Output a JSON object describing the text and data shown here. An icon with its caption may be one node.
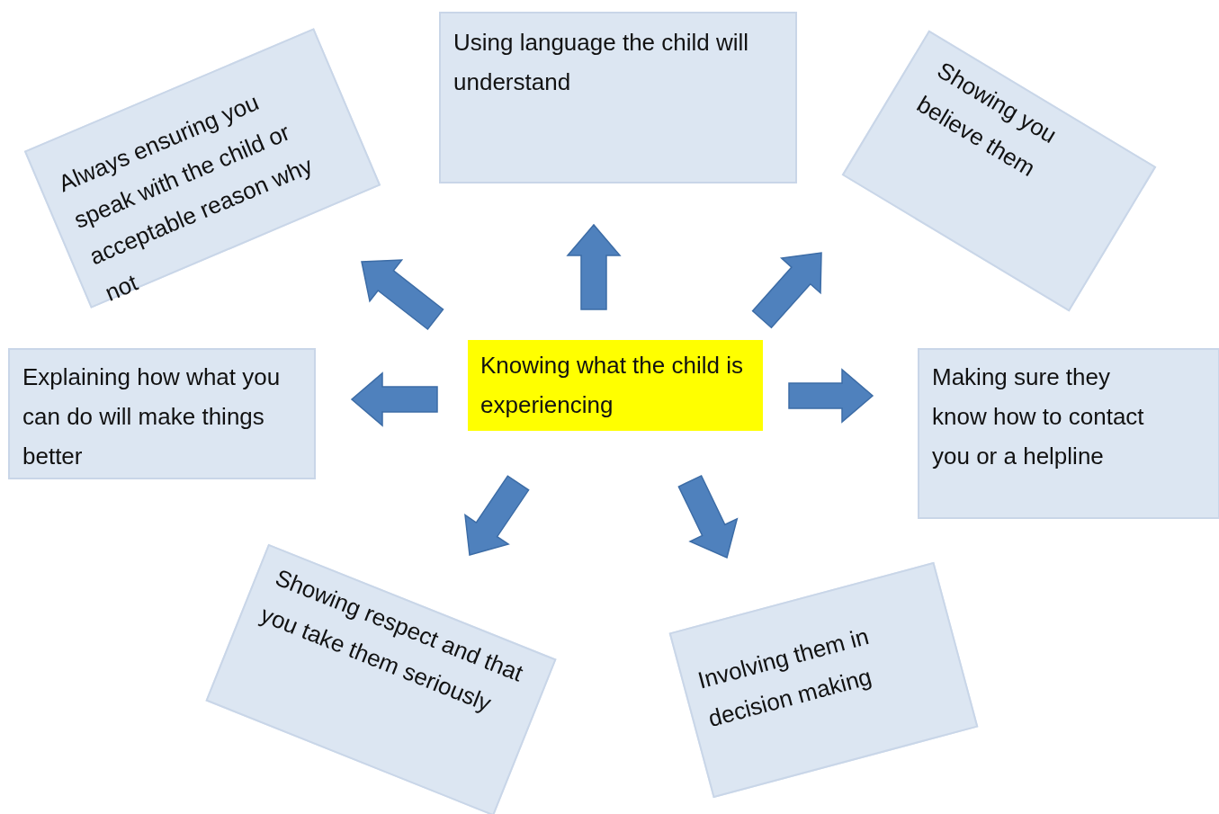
{
  "diagram": {
    "nodes": [
      {
        "text": [
          "Knowing what the child is experiencing"
        ]
      },
      {
        "text": [
          "Using language the child will understand"
        ]
      },
      {
        "text": [
          "Showing you believe them"
        ]
      },
      {
        "text": [
          "Making sure they know how to contact you or a helpline"
        ]
      },
      {
        "text": [
          "Involving them in decision making"
        ]
      },
      {
        "text": [
          "Showing respect and that you take them seriously"
        ]
      },
      {
        "text": [
          "Explaining how what you can do will make things better"
        ]
      },
      {
        "text": [
          "Always ensuring you speak with the child or acceptable reason why not"
        ]
      }
    ],
    "edges": [
      {
        "from": 0,
        "to": 1,
        "arrow": "to",
        "style": "thick"
      },
      {
        "from": 0,
        "to": 2,
        "arrow": "to",
        "style": "thick"
      },
      {
        "from": 0,
        "to": 3,
        "arrow": "to",
        "style": "thick"
      },
      {
        "from": 0,
        "to": 4,
        "arrow": "to",
        "style": "thick"
      },
      {
        "from": 0,
        "to": 5,
        "arrow": "to",
        "style": "thick"
      },
      {
        "from": 0,
        "to": 6,
        "arrow": "to",
        "style": "thick"
      },
      {
        "from": 0,
        "to": 7,
        "arrow": "to",
        "style": "thick"
      }
    ]
  }
}
